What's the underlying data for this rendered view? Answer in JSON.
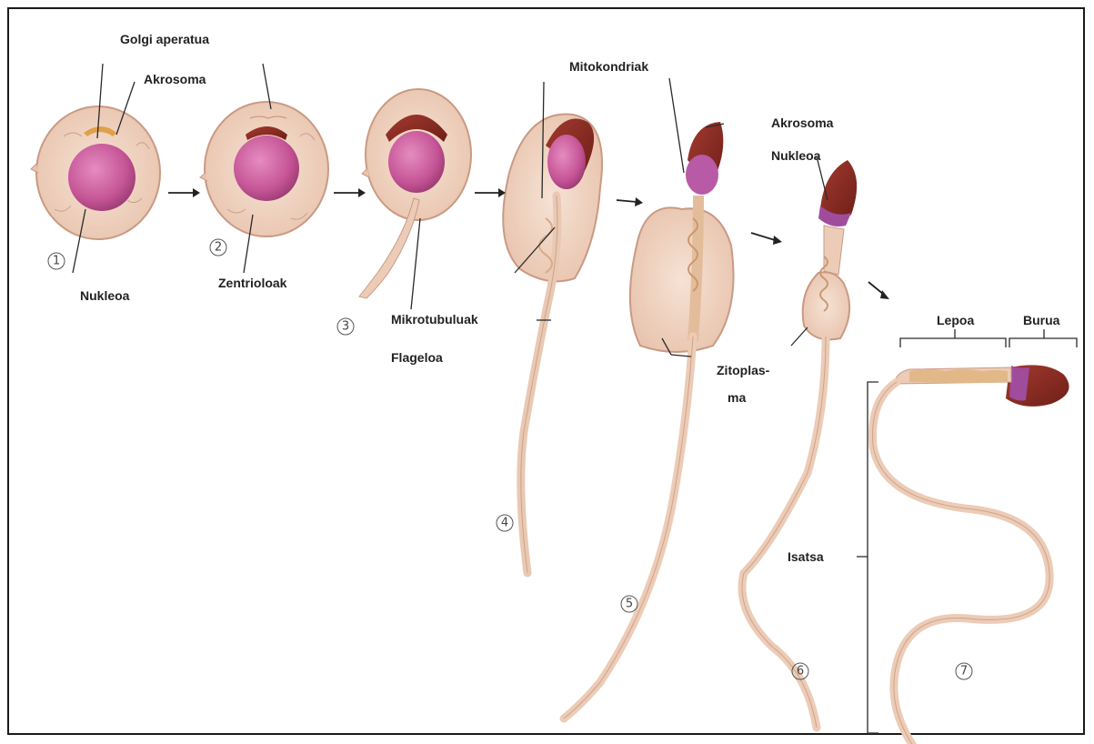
{
  "labels": {
    "golgi": "Golgi aperatua",
    "akrosoma_1": "Akrosoma",
    "nukleoa_1": "Nukleoa",
    "zentrioloak": "Zentrioloak",
    "mikrotubuluak": "Mikrotubuluak",
    "flageloa": "Flageloa",
    "mitokondriak": "Mitokondriak",
    "akrosoma_2": "Akrosoma",
    "nukleoa_2": "Nukleoa",
    "zitoplasma_1": "Zitoplas-",
    "zitoplasma_2": "ma",
    "lepoa": "Lepoa",
    "burua": "Burua",
    "isatsa": "Isatsa"
  },
  "stages": [
    "1",
    "2",
    "3",
    "4",
    "5",
    "6",
    "7"
  ],
  "colors": {
    "cytoplasm": "#f1d6c4",
    "cytoplasm_edge": "#cfa08a",
    "nucleus": "#c85a9a",
    "acrosome": "#8a2a22",
    "tail": "#efd2c0",
    "midpiece": "#e3b889"
  }
}
